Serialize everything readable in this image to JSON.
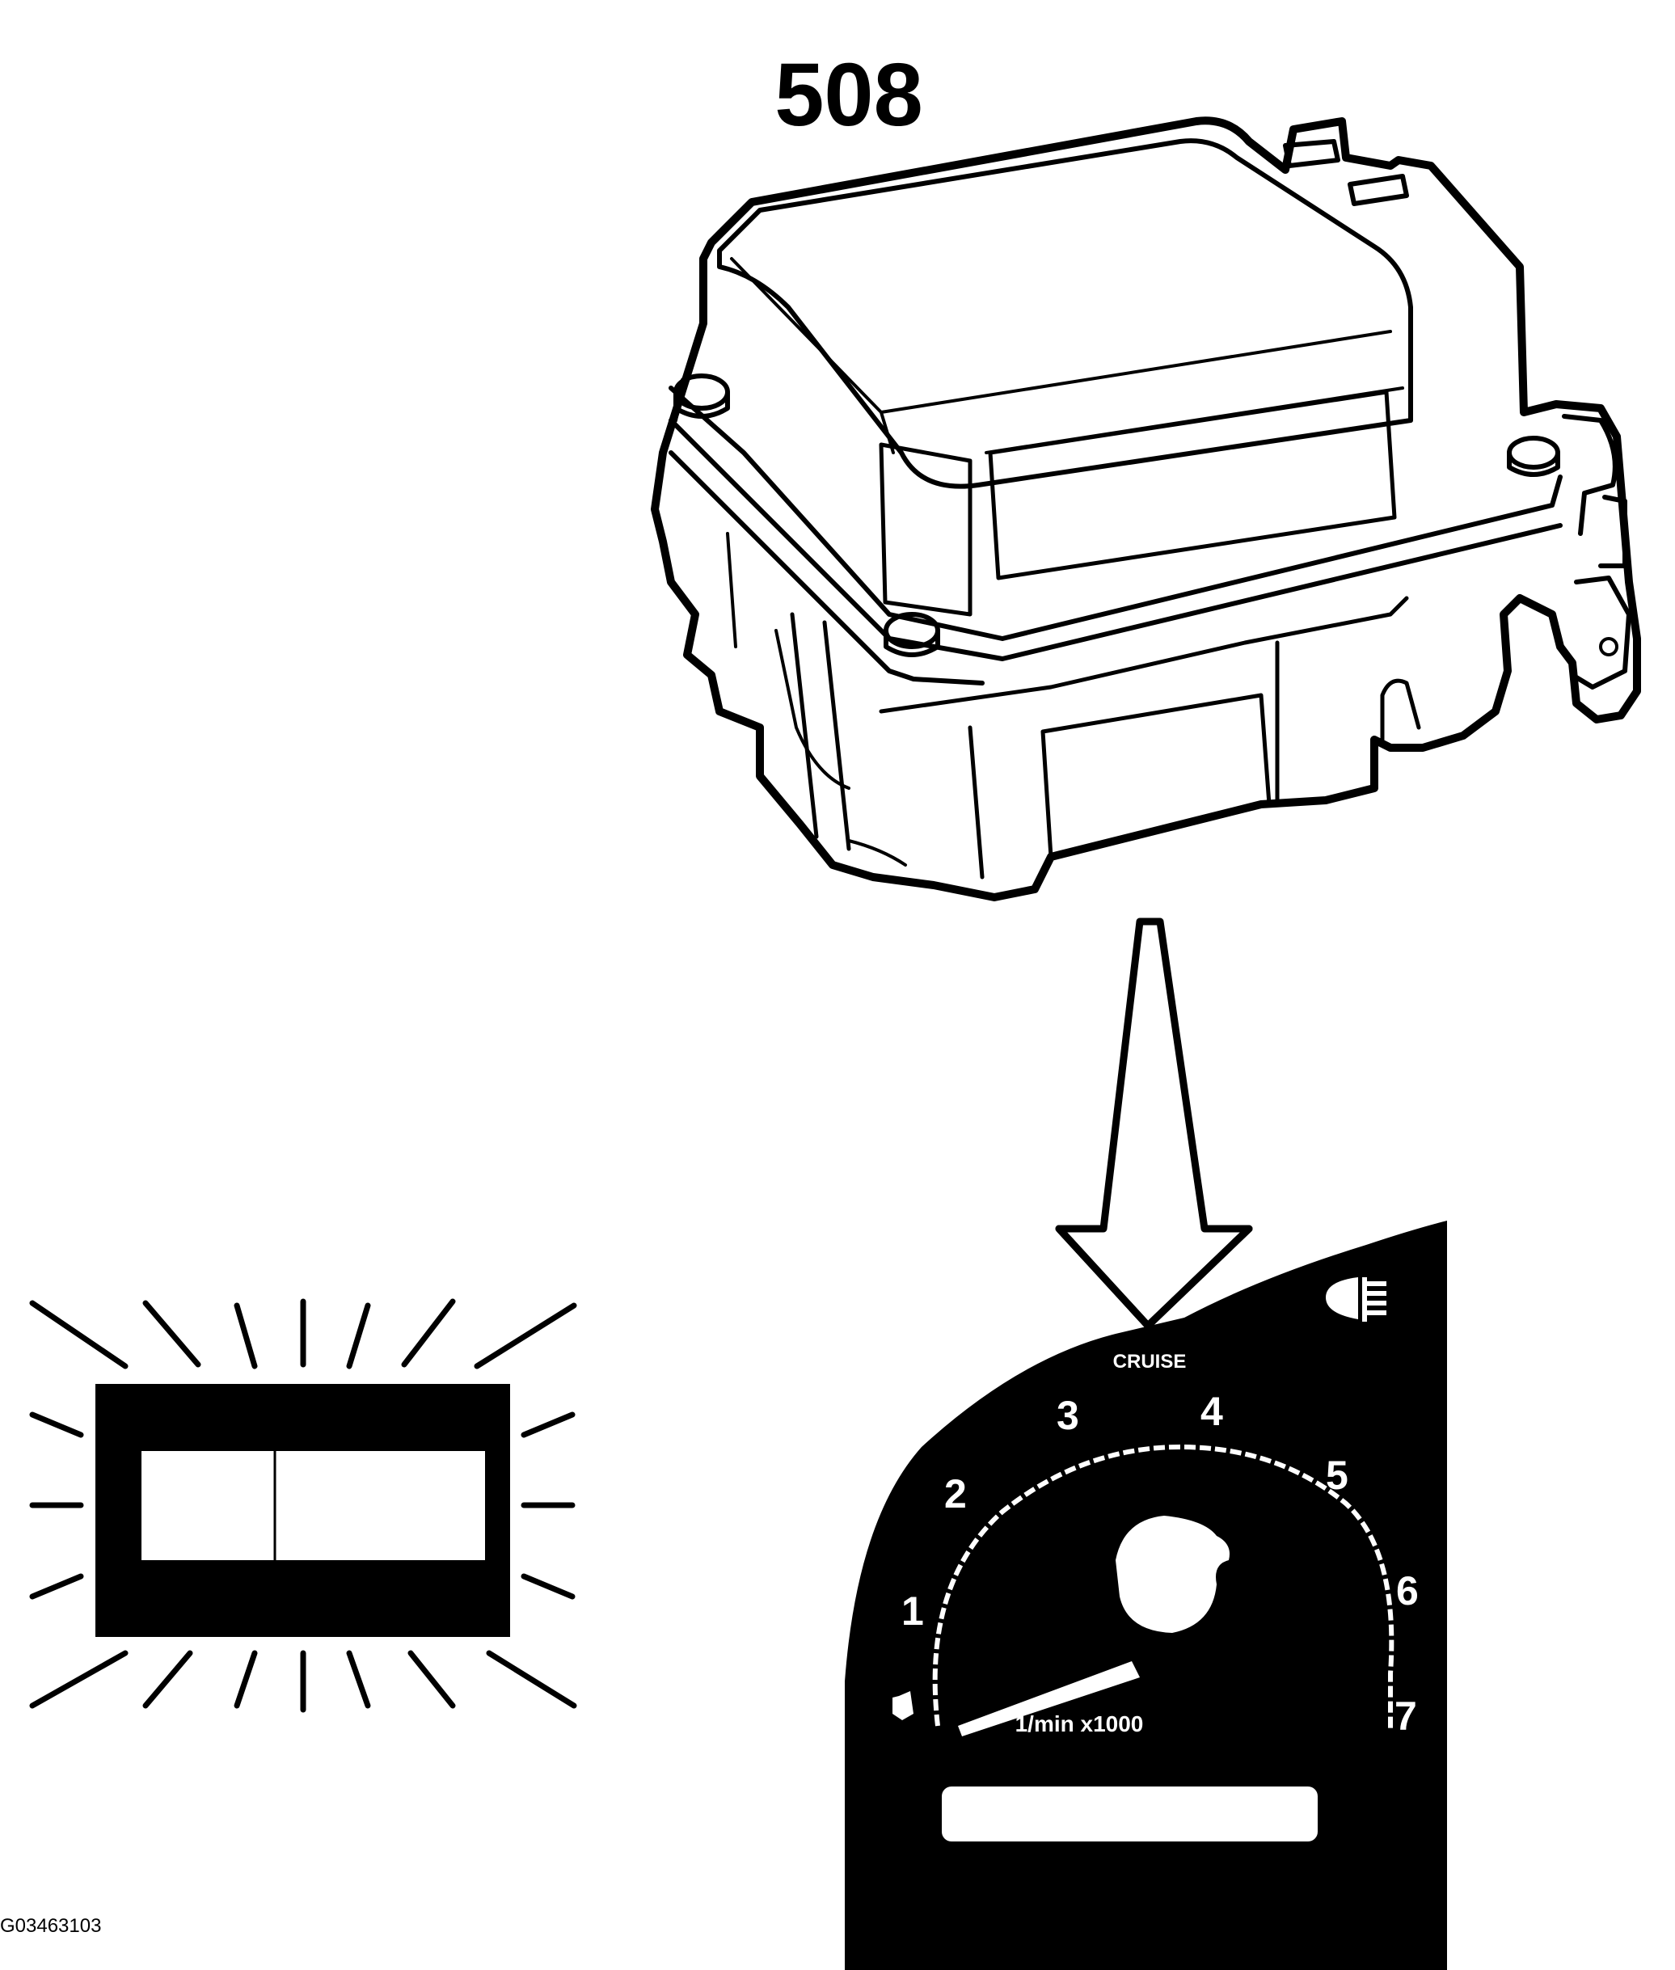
{
  "figure": {
    "component_label": "508",
    "figure_code": "G03463103"
  },
  "cluster": {
    "indicator_label": "CRUISE",
    "unit_label": "1/min x1000",
    "tach_numbers": [
      "1",
      "2",
      "3",
      "4",
      "5",
      "6",
      "7"
    ],
    "colors": {
      "panel": "#000000",
      "markings": "#ffffff"
    }
  },
  "icons": {
    "module": "control-module-icon",
    "arrow": "pointer-arrow-icon",
    "flashing_lamp": "flashing-warning-lamp-icon",
    "fog_lamp": "rear-fog-lamp-icon"
  }
}
